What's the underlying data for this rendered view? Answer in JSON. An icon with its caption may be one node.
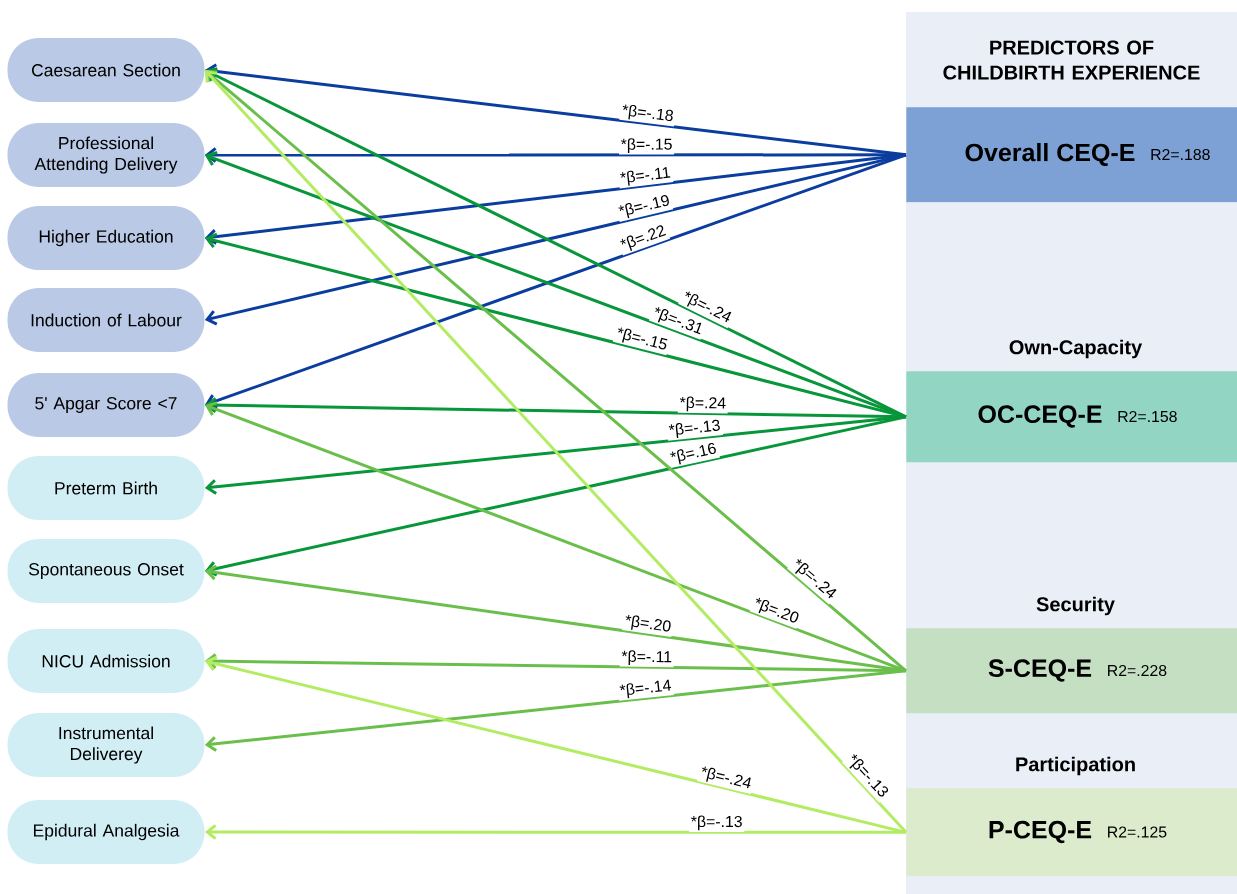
{
  "diagram": {
    "nodes": [
      {
        "text": [
          "Caesarean Section"
        ]
      },
      {
        "text": [
          "Professional Attending Delivery"
        ]
      },
      {
        "text": [
          "Higher Education"
        ]
      },
      {
        "text": [
          "Induction of Labour"
        ]
      },
      {
        "text": [
          "5' Apgar Score <7"
        ]
      },
      {
        "text": [
          "Preterm Birth"
        ]
      },
      {
        "text": [
          "Spontaneous Onset"
        ]
      },
      {
        "text": [
          "NICU Admission"
        ]
      },
      {
        "text": [
          "Instrumental Deliverey"
        ]
      },
      {
        "text": [
          "Epidural Analgesia"
        ]
      },
      {
        "text": [
          "PREDICTORS OF CHILDBIRTH EXPERIENCE"
        ]
      },
      {
        "text": [
          "Overall CEQ-E",
          "R2=.188"
        ],
        "in": 10
      },
      {
        "text": [
          "Own-Capacity",
          "OC-CEQ-E",
          "R2=.158"
        ],
        "in": 10
      },
      {
        "text": [
          "Security",
          "S-CEQ-E",
          "R2=.228"
        ],
        "in": 10
      },
      {
        "text": [
          "Participation",
          "P-CEQ-E",
          "R2=.125"
        ],
        "in": 10
      }
    ],
    "edges": [
      {
        "from": 11,
        "to": 0,
        "arrow": "to",
        "label": "*β=-.18",
        "color": "#0a3d9e"
      },
      {
        "from": 11,
        "to": 1,
        "arrow": "to",
        "label": "*β=-.15",
        "color": "#0a3d9e"
      },
      {
        "from": 11,
        "to": 2,
        "arrow": "to",
        "label": "*β=-.11",
        "color": "#0a3d9e"
      },
      {
        "from": 11,
        "to": 3,
        "arrow": "to",
        "label": "*β=-.19",
        "color": "#0a3d9e"
      },
      {
        "from": 11,
        "to": 4,
        "arrow": "to",
        "label": "*β=.22",
        "color": "#0a3d9e"
      },
      {
        "from": 12,
        "to": 0,
        "arrow": "to",
        "label": "*β=-.24",
        "color": "#07963a"
      },
      {
        "from": 12,
        "to": 1,
        "arrow": "to",
        "label": "*β=-.31",
        "color": "#07963a"
      },
      {
        "from": 12,
        "to": 2,
        "arrow": "to",
        "label": "*β=-.15",
        "color": "#07963a"
      },
      {
        "from": 12,
        "to": 4,
        "arrow": "to",
        "label": "*β=.24",
        "color": "#07963a"
      },
      {
        "from": 12,
        "to": 5,
        "arrow": "to",
        "label": "*β=-.13",
        "color": "#07963a"
      },
      {
        "from": 12,
        "to": 6,
        "arrow": "to",
        "label": "*β=.16",
        "color": "#07963a"
      },
      {
        "from": 13,
        "to": 0,
        "arrow": "to",
        "label": "*β=-.24",
        "color": "#6abf4b"
      },
      {
        "from": 13,
        "to": 4,
        "arrow": "to",
        "label": "*β=.20",
        "color": "#6abf4b"
      },
      {
        "from": 13,
        "to": 6,
        "arrow": "to",
        "label": "*β=.20",
        "color": "#6abf4b"
      },
      {
        "from": 13,
        "to": 7,
        "arrow": "to",
        "label": "*β=-.11",
        "color": "#6abf4b"
      },
      {
        "from": 13,
        "to": 8,
        "arrow": "to",
        "label": "*β=-.14",
        "color": "#6abf4b"
      },
      {
        "from": 14,
        "to": 0,
        "arrow": "to",
        "label": "*β=-.13",
        "color": "#b3ec63"
      },
      {
        "from": 14,
        "to": 7,
        "arrow": "to",
        "label": "*β=-.24",
        "color": "#b3ec63"
      },
      {
        "from": 14,
        "to": 9,
        "arrow": "to",
        "label": "*β=-.13",
        "color": "#b3ec63"
      }
    ]
  }
}
